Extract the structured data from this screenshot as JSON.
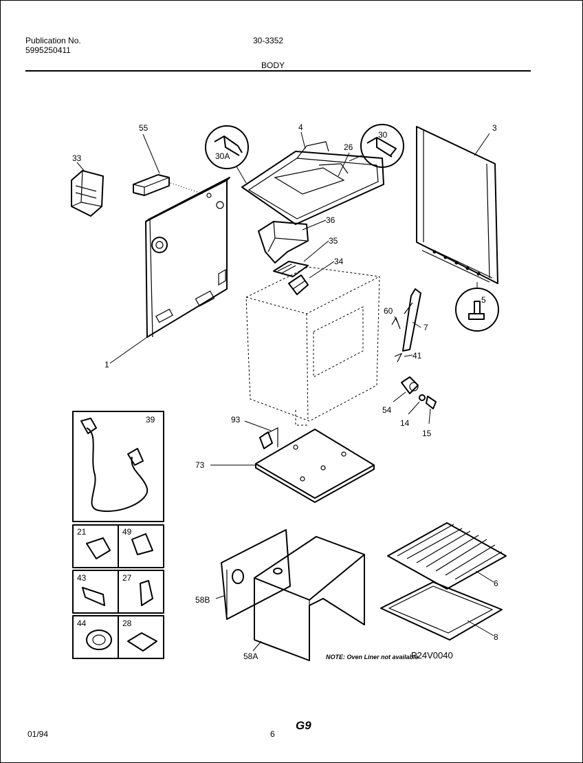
{
  "header": {
    "publication_label": "Publication No.",
    "publication_number": "5995250411",
    "model_code": "30-3352",
    "section_title": "BODY"
  },
  "footer": {
    "date": "01/94",
    "page_number": "6",
    "group_code": "G9"
  },
  "note": "NOTE: Oven Liner not available",
  "drawing_id": "P24V0040",
  "parts": [
    "33",
    "55",
    "30A",
    "4",
    "26",
    "30",
    "3",
    "36",
    "35",
    "34",
    "5",
    "60",
    "7",
    "41",
    "1",
    "54",
    "14",
    "15",
    "93",
    "73",
    "39",
    "21",
    "49",
    "43",
    "27",
    "44",
    "28",
    "58B",
    "58A",
    "6",
    "8"
  ]
}
